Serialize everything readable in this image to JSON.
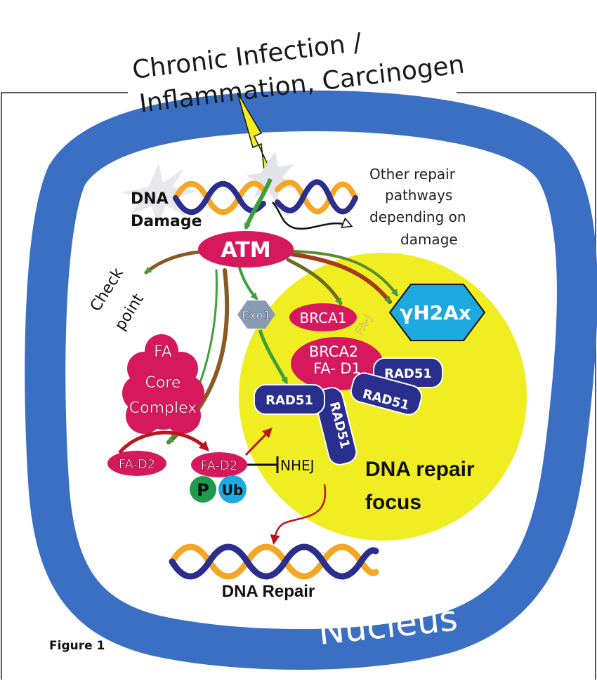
{
  "title": {
    "line1": "Chronic Infection /",
    "line2": "Inflammation, Carcinogen"
  },
  "labels": {
    "dna_damage_1": "DNA",
    "dna_damage_2": "Damage",
    "atm": "ATM",
    "other_1": "Other repair",
    "other_2": "pathways",
    "other_3": "depending on",
    "other_4": "damage",
    "check_1": "Check",
    "check_2": "point",
    "exo1": "Exo1",
    "brca1": "BRCA1",
    "faj": "FA-J",
    "h2ax": "γH2Ax",
    "brca2": "BRCA2",
    "fad1": "FA- D1",
    "rad51_a": "RAD51",
    "rad51_b": "RAD51",
    "rad51_c": "RAD51",
    "rad51_d": "RAD51",
    "fa_core_1": "FA",
    "fa_core_2": "Core",
    "fa_core_3": "Complex",
    "fad2_left": "FA-D2",
    "fad2_right": "FA-D2",
    "p": "P",
    "ub": "Ub",
    "nhej": "NHEJ",
    "focus_1": "DNA repair",
    "focus_2": "focus",
    "dna_repair": "DNA Repair",
    "nucleus": "Nucleus",
    "figure": "Figure 1"
  },
  "colors": {
    "nucleus_blue": "#3a6fc4",
    "focus_yellow": "#f0ee22",
    "magenta": "#d6185d",
    "navy": "#2a2e8c",
    "cyan": "#1ea8e0",
    "orange": "#f5a623",
    "green": "#3da13a",
    "dark_red": "#b8161c",
    "exo_grey": "#8a9bb4"
  }
}
